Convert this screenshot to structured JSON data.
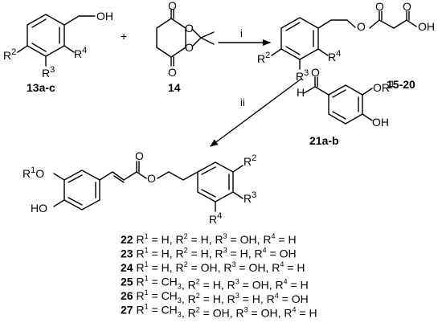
{
  "scheme": {
    "arrow1_label": "i",
    "arrow2_label": "ii",
    "plus": "+",
    "compound_13": {
      "id": "13a-c",
      "hydroxyl": "OH",
      "r2": "R",
      "r2_sup": "2",
      "r3": "R",
      "r3_sup": "3",
      "r4": "R",
      "r4_sup": "4"
    },
    "compound_14": {
      "id": "14",
      "o_top": "O",
      "o_bottom": "O",
      "o_ring_top": "O",
      "o_ring_bottom": "O"
    },
    "compound_15_20": {
      "id": "15-20",
      "o_ester": "O",
      "o_carbonyl": "O",
      "o_acid_carbonyl": "O",
      "oh": "OH",
      "r2": "R",
      "r2_sup": "2",
      "r3": "R",
      "r3_sup": "3",
      "r4": "R",
      "r4_sup": "4"
    },
    "compound_21": {
      "id": "21a-b",
      "h": "H",
      "o_aldehyde": "O",
      "or1": "OR",
      "or1_sup": "1",
      "oh": "OH"
    },
    "product": {
      "r1o": "R",
      "r1o_sup": "1",
      "r1o_o": "O",
      "ho": "HO",
      "o_carbonyl": "O",
      "o_ester": "O",
      "r2": "R",
      "r2_sup": "2",
      "r3": "R",
      "r3_sup": "3",
      "r4": "R",
      "r4_sup": "4"
    },
    "legend": [
      {
        "num": "22",
        "r1": "H",
        "r2": "H",
        "r3": "OH",
        "r4": "H"
      },
      {
        "num": "23",
        "r1": "H",
        "r2": "H",
        "r3": "H",
        "r4": "OH"
      },
      {
        "num": "24",
        "r1": "H",
        "r2": "OH",
        "r3": "OH",
        "r4": "H"
      },
      {
        "num": "25",
        "r1": "CH3",
        "r2": "H",
        "r3": "OH",
        "r4": "H"
      },
      {
        "num": "26",
        "r1": "CH3",
        "r2": "H",
        "r3": "H",
        "r4": "OH"
      },
      {
        "num": "27",
        "r1": "CH3",
        "r2": "OH",
        "r3": "OH",
        "r4": "H"
      }
    ]
  }
}
